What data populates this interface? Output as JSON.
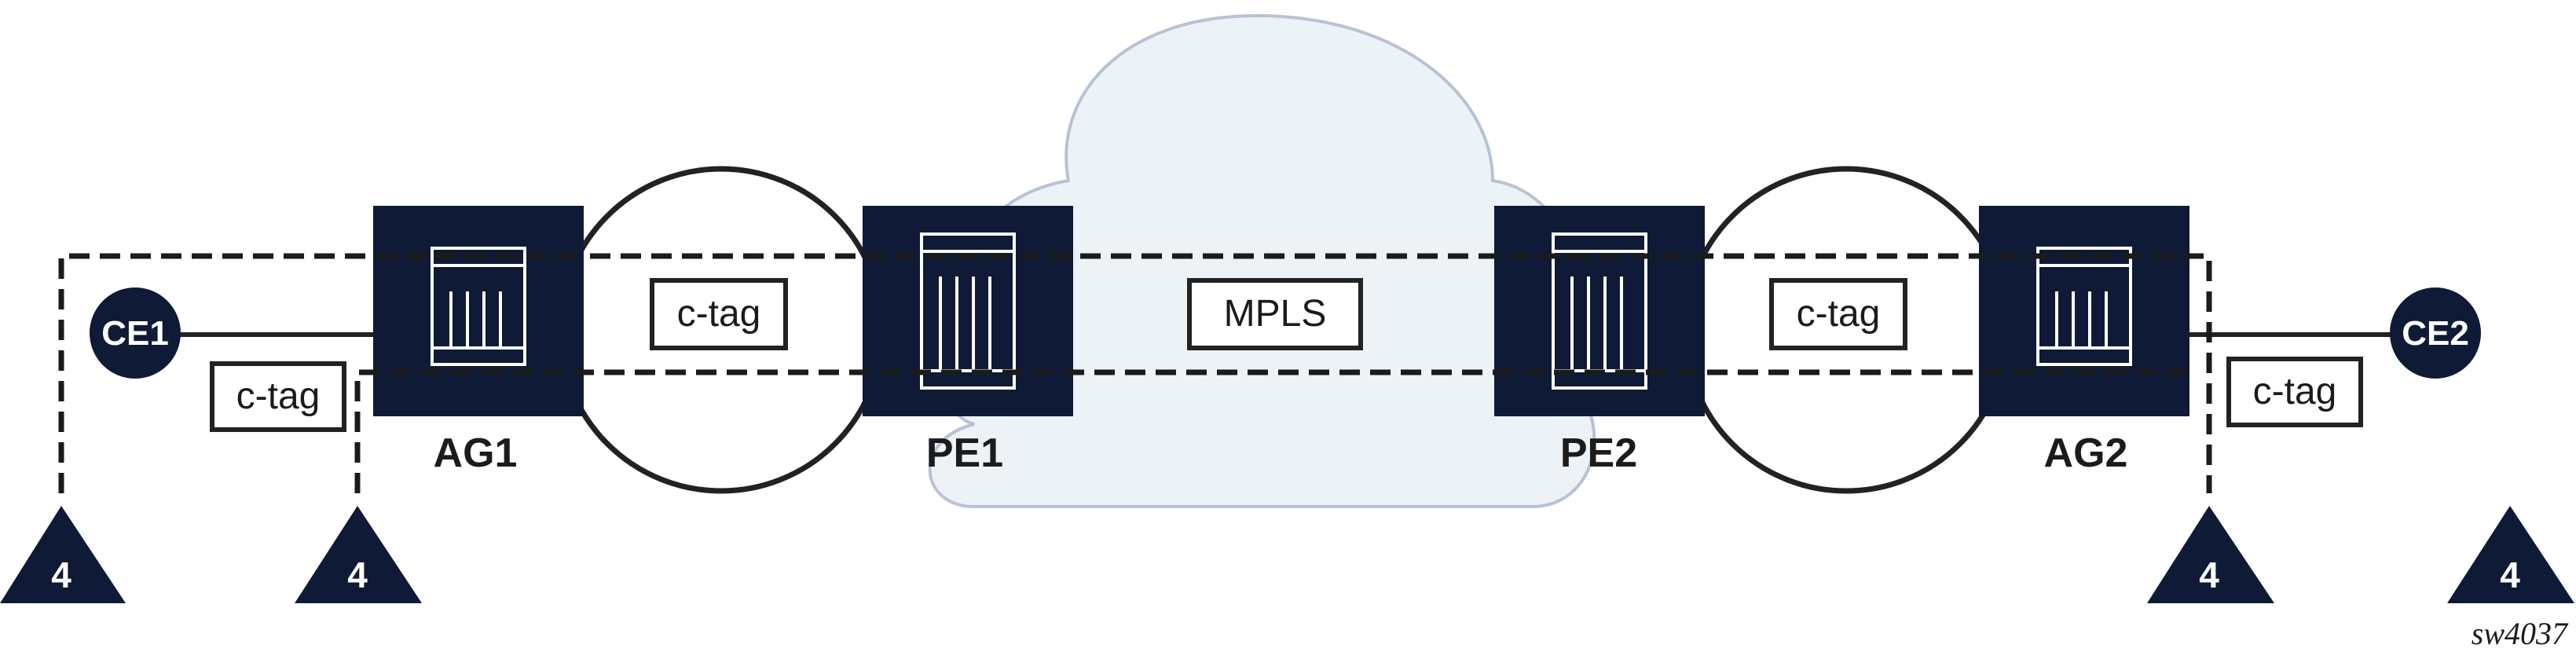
{
  "diagram": {
    "cloud_label": "MPLS",
    "nodes": {
      "ce1": "CE1",
      "ce2": "CE2",
      "ag1": "AG1",
      "pe1": "PE1",
      "pe2": "PE2",
      "ag2": "AG2"
    },
    "tags": {
      "ce1_tag": "c-tag",
      "ag1_pe1_tag": "c-tag",
      "pe2_ag2_tag": "c-tag",
      "ce2_tag": "c-tag"
    },
    "markers": [
      "4",
      "4",
      "4",
      "4"
    ],
    "reference": "sw4037"
  },
  "colors": {
    "node_fill": "#0e1a36",
    "cloud_fill": "#edf2f7",
    "cloud_stroke": "#b7c3d3",
    "line": "#222222"
  }
}
